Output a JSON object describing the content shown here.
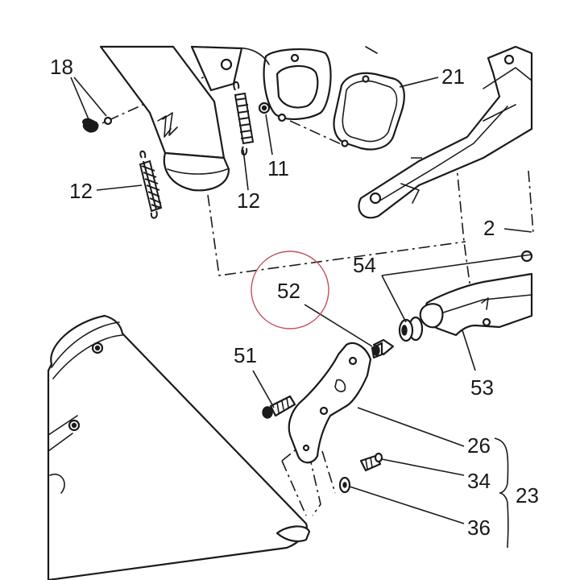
{
  "diagram": {
    "highlight_color": "#c0505a",
    "line_color": "#1a1a1a",
    "callouts": {
      "c18": "18",
      "c21": "21",
      "c11": "11",
      "c12a": "12",
      "c12b": "12",
      "c2": "2",
      "c54": "54",
      "c52": "52",
      "c51": "51",
      "c53": "53",
      "c26": "26",
      "c34": "34",
      "c23": "23",
      "c36": "36"
    }
  }
}
